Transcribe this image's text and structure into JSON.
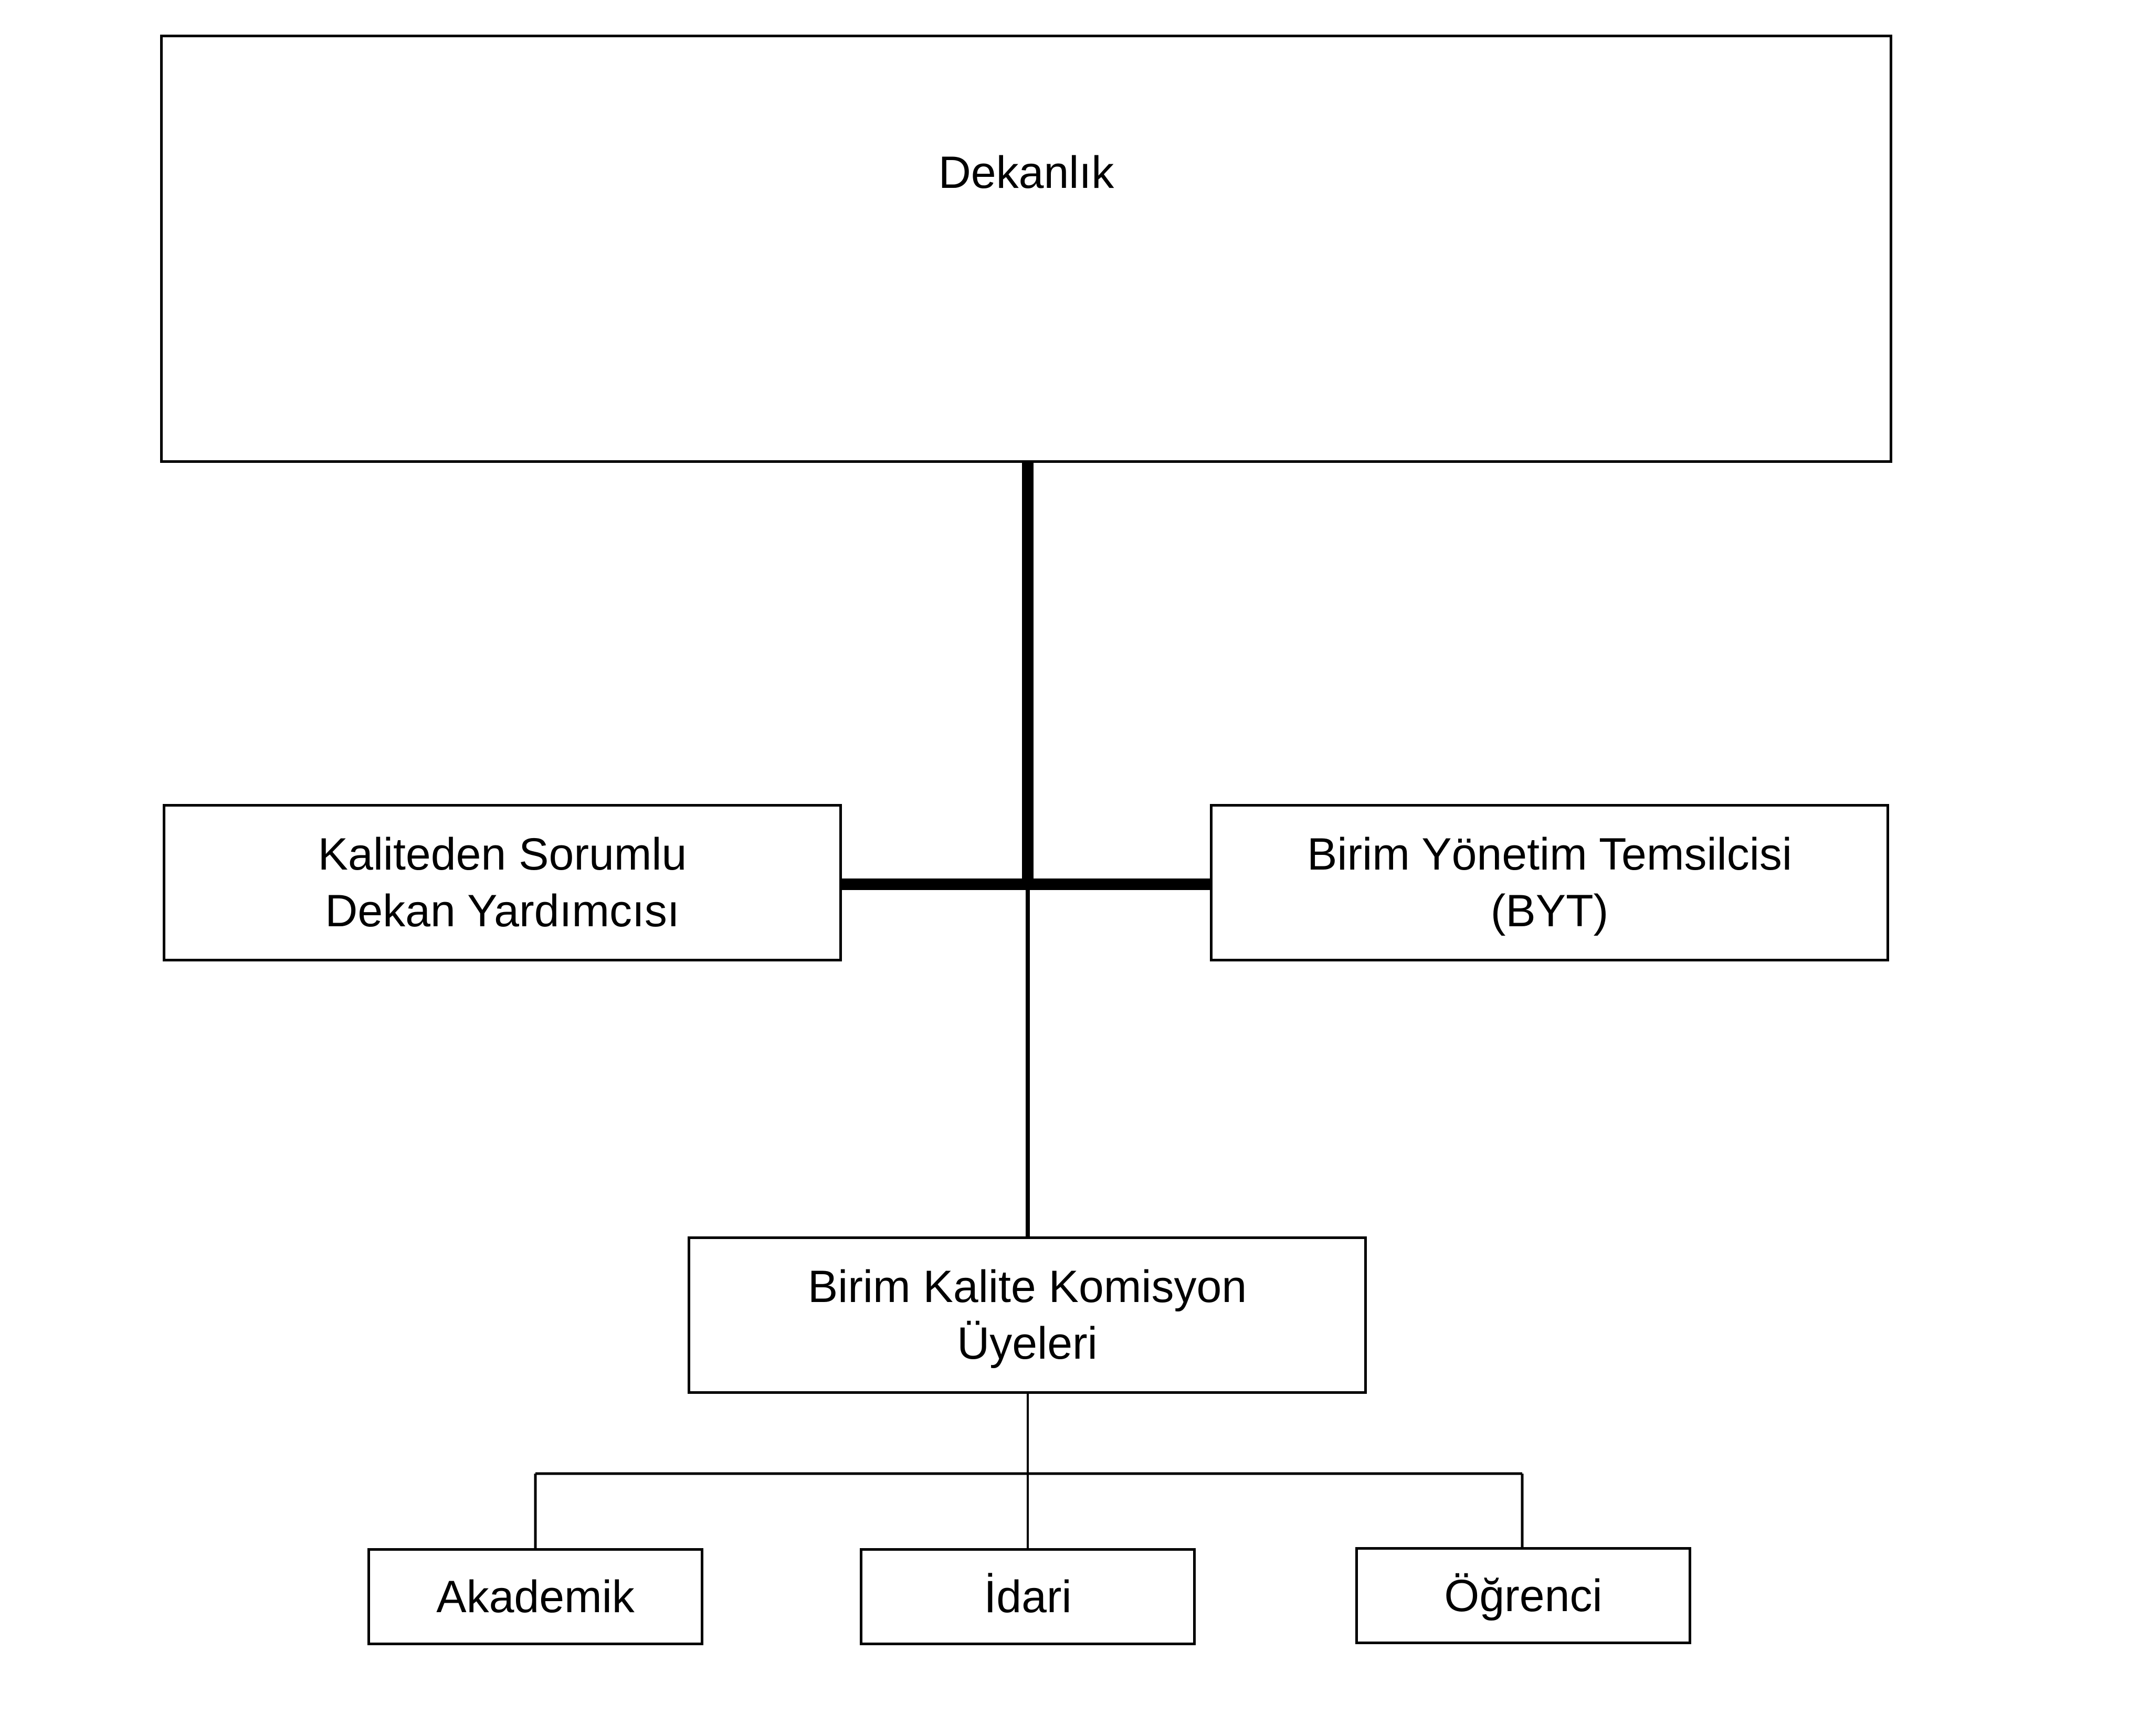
{
  "diagram": {
    "nodes": {
      "dekanlik": {
        "lines": [
          "Dekanlık"
        ]
      },
      "kalite_dekan_yardimcisi": {
        "lines": [
          "Kaliteden Sorumlu",
          "Dekan Yardımcısı"
        ]
      },
      "birim_yonetim_temsilcisi": {
        "lines": [
          "Birim Yönetim Temsilcisi",
          "(BYT)"
        ]
      },
      "birim_kalite_komisyon": {
        "lines": [
          "Birim Kalite Komisyon",
          "Üyeleri"
        ]
      },
      "akademik": {
        "lines": [
          "Akademik"
        ]
      },
      "idari": {
        "lines": [
          "İdari"
        ]
      },
      "ogrenci": {
        "lines": [
          "Öğrenci"
        ]
      }
    },
    "colors": {
      "line": "#000000",
      "box_border": "#000000",
      "background": "#ffffff"
    }
  }
}
